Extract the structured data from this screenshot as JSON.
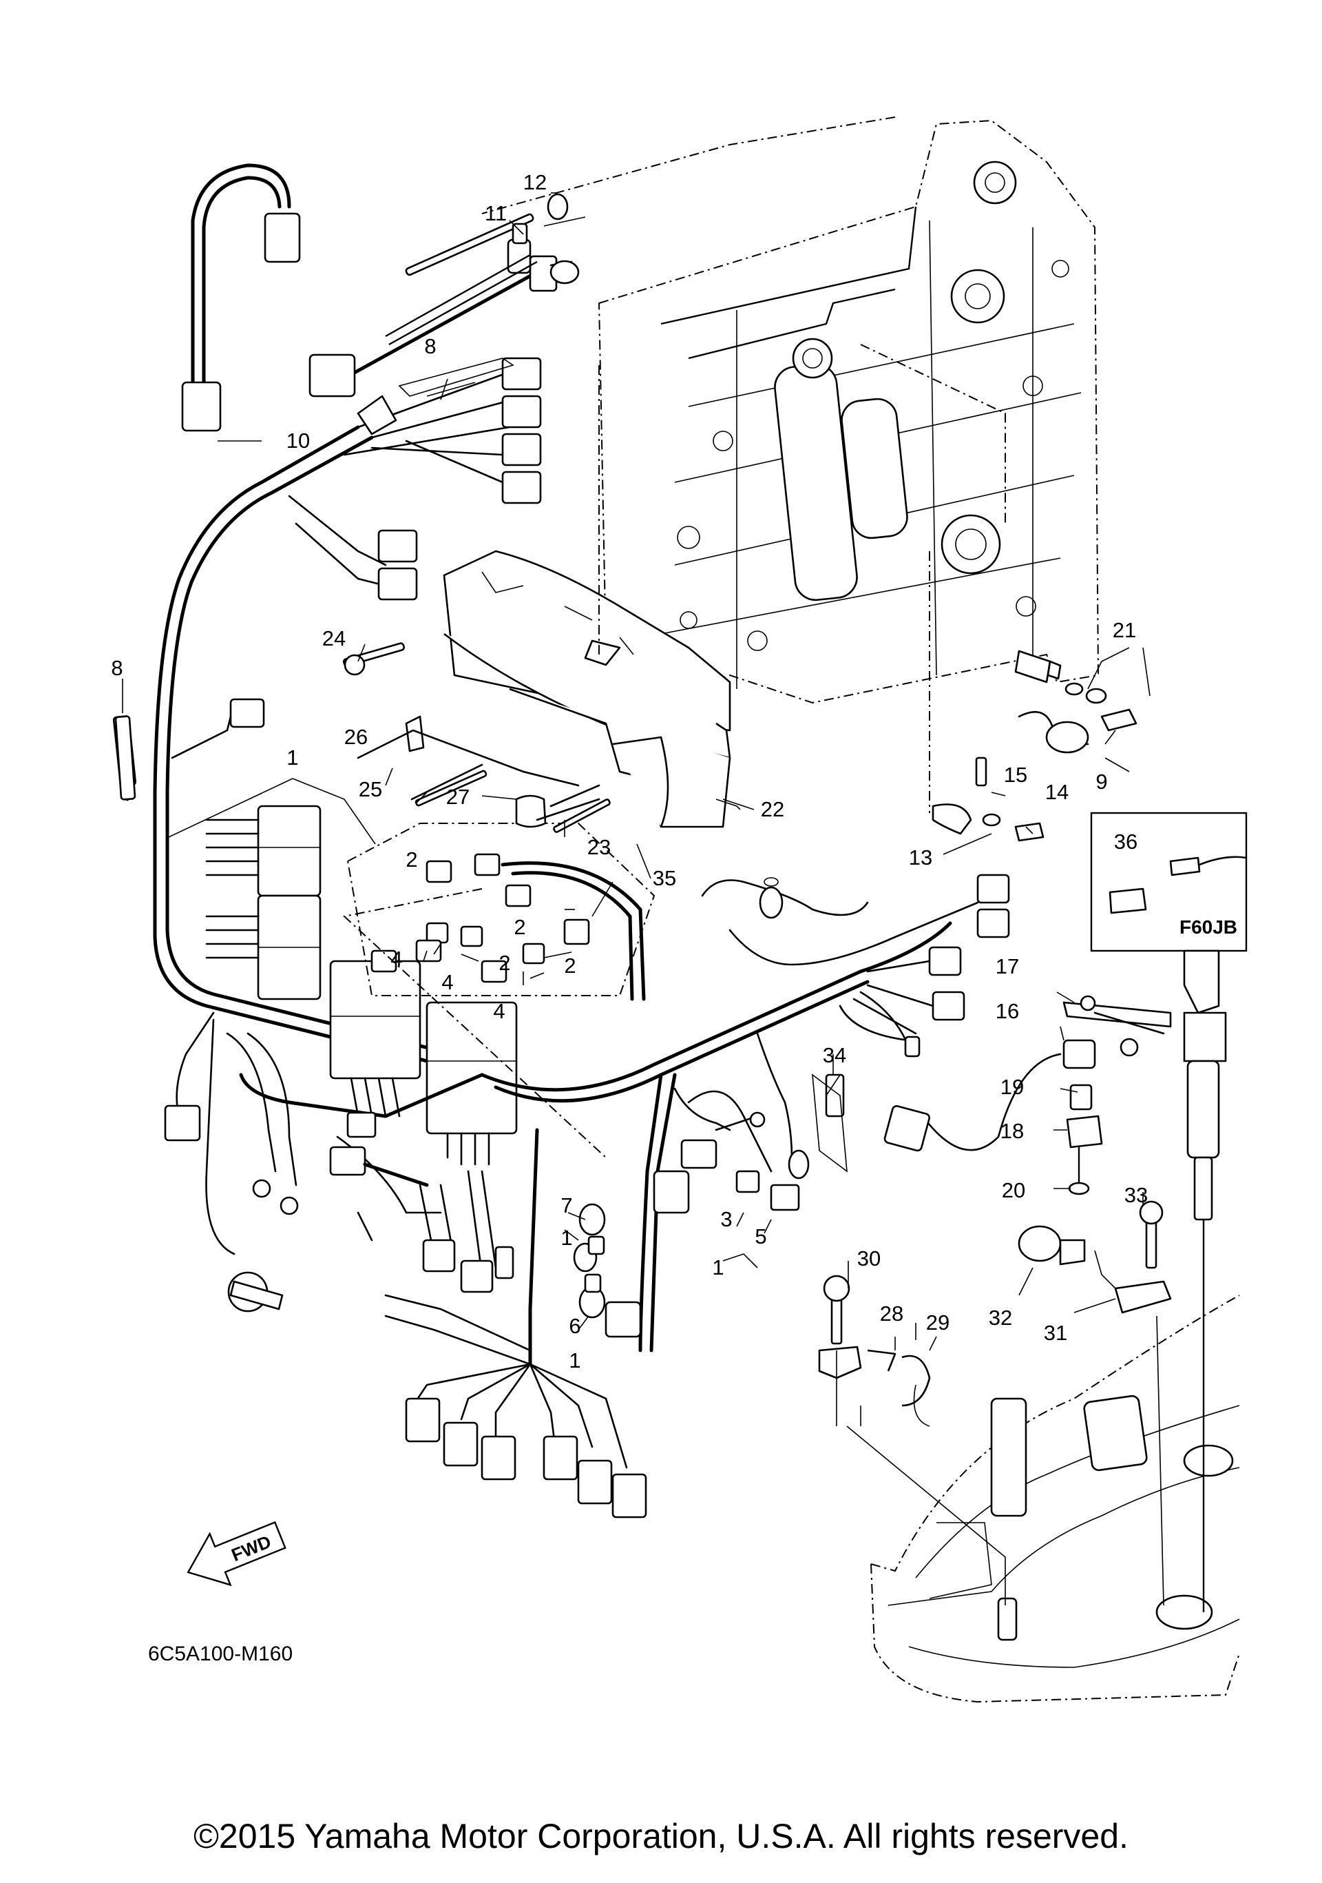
{
  "diagram": {
    "drawing_code": "6C5A100-M160",
    "direction_label": "FWD",
    "inset_label": "F60JB",
    "callouts": [
      "1",
      "1",
      "1",
      "1",
      "2",
      "2",
      "2",
      "2",
      "3",
      "4",
      "4",
      "4",
      "5",
      "6",
      "7",
      "8",
      "8",
      "9",
      "10",
      "11",
      "12",
      "13",
      "14",
      "15",
      "16",
      "17",
      "18",
      "19",
      "20",
      "21",
      "22",
      "23",
      "24",
      "25",
      "26",
      "27",
      "28",
      "29",
      "30",
      "31",
      "32",
      "33",
      "34",
      "35",
      "36"
    ]
  },
  "footer": {
    "copyright": "©2015 Yamaha Motor Corporation, U.S.A. All rights reserved."
  }
}
